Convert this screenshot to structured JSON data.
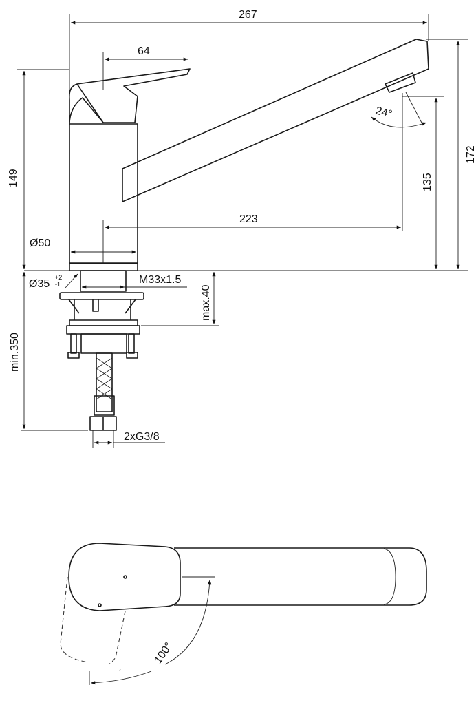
{
  "drawing": {
    "front_view": {
      "dimensions": {
        "overall_length": "267",
        "handle_length": "64",
        "overall_height": "172",
        "body_height": "149",
        "outlet_height": "135",
        "spout_reach": "223",
        "spout_angle": "24°",
        "body_diameter": "Ø50",
        "hole_diameter": "Ø35",
        "hole_tol_plus": "+2",
        "hole_tol_minus": "-1",
        "thread": "M33x1.5",
        "max_deck": "max.40",
        "min_hose": "min.350",
        "connections": "2xG3/8"
      }
    },
    "top_view": {
      "dimensions": {
        "handle_rotation": "100°"
      }
    }
  }
}
